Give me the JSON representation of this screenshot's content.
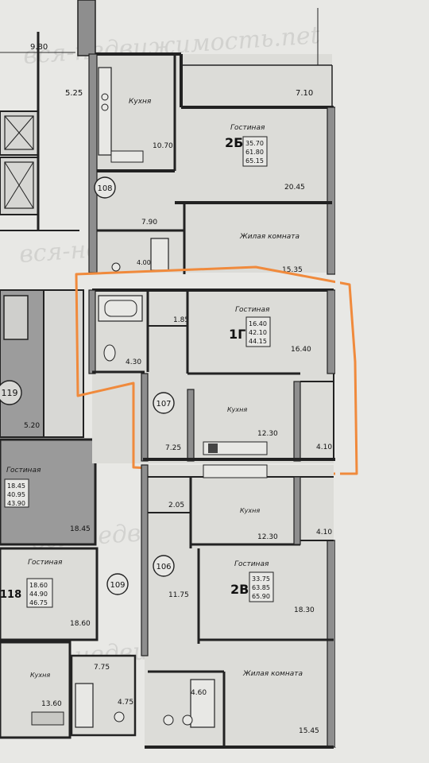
{
  "colors": {
    "highlight": "#f08a3c",
    "wall": "#2a2a2a",
    "wall_fill": "#8e8e8e",
    "paper": "#e9e9e6",
    "room_fill": "#dcdcd8",
    "dark_room": "#9b9b9b"
  },
  "watermark": "вся-недвижимость.net",
  "dims": {
    "top_left": "9.80",
    "shaft": "5.25",
    "top_right": "7.10"
  },
  "apt_108": {
    "tag": "108",
    "type": "2Б",
    "areas": [
      "35.70",
      "61.80",
      "65.15"
    ],
    "kitchen_label": "Кухня",
    "kitchen_area": "10.70",
    "living_label": "Гостиная",
    "living_area": "20.45",
    "bedroom_label": "Жилая комната",
    "bedroom_area": "15.35",
    "hall_area": "7.90",
    "bath_area": "4.00"
  },
  "apt_107": {
    "tag": "107",
    "type": "1Г",
    "areas": [
      "16.40",
      "42.10",
      "44.15"
    ],
    "living_label": "Гостиная",
    "living_area": "16.40",
    "kitchen_label": "Кухня",
    "kitchen_area": "12.30",
    "hall_area": "7.25",
    "bath_area": "4.30",
    "wc_area": "1.85",
    "balcony_area": "4.10"
  },
  "apt_106": {
    "tag": "106",
    "type": "2В",
    "areas": [
      "33.75",
      "63.85",
      "65.90"
    ],
    "kitchen_label": "Кухня",
    "kitchen_area": "12.30",
    "living_label": "Гостиная",
    "living_area": "18.30",
    "bedroom_label": "Жилая комната",
    "bedroom_area": "15.45",
    "hall_area": "11.75",
    "wc_area": "2.05",
    "balcony_area": "4.10",
    "bath_area": "4.60"
  },
  "apt_119": {
    "tag": "119",
    "area_small": "5.20",
    "living_label": "Гостиная",
    "areas": [
      "18.45",
      "40.95",
      "43.90"
    ],
    "living_area": "18.45"
  },
  "apt_118": {
    "tag": "118",
    "living_label": "Гостиная",
    "areas": [
      "18.60",
      "44.90",
      "46.75"
    ],
    "living_area": "18.60",
    "kitchen_label": "Кухня",
    "kitchen_area": "13.60",
    "hall_area": "7.75",
    "bath_area": "4.75"
  },
  "apt_109": {
    "tag": "109"
  }
}
